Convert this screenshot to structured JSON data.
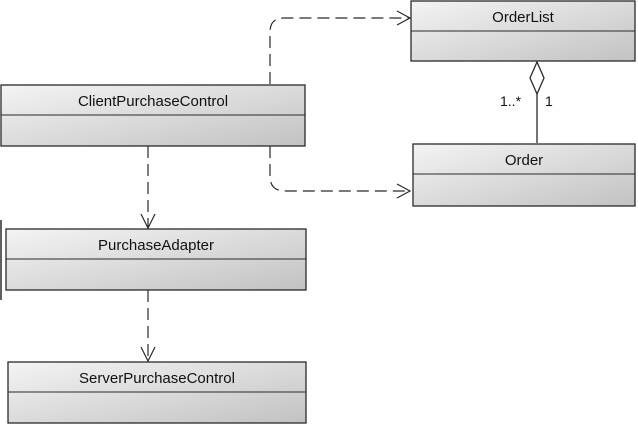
{
  "diagram": {
    "type": "uml-class-diagram",
    "classes": {
      "order_list": {
        "name": "OrderList"
      },
      "client_purchase_control": {
        "name": "ClientPurchaseControl"
      },
      "order": {
        "name": "Order"
      },
      "purchase_adapter": {
        "name": "PurchaseAdapter"
      },
      "server_purchase_control": {
        "name": "ServerPurchaseControl"
      }
    },
    "relationships": [
      {
        "kind": "dependency",
        "from": "ClientPurchaseControl",
        "to": "OrderList"
      },
      {
        "kind": "dependency",
        "from": "ClientPurchaseControl",
        "to": "Order"
      },
      {
        "kind": "dependency",
        "from": "ClientPurchaseControl",
        "to": "PurchaseAdapter"
      },
      {
        "kind": "dependency",
        "from": "PurchaseAdapter",
        "to": "ServerPurchaseControl"
      },
      {
        "kind": "aggregation",
        "whole": "OrderList",
        "part": "Order",
        "whole_multiplicity": "1..*",
        "part_multiplicity": "1"
      }
    ],
    "multiplicities": {
      "orderlist_end": "1..*",
      "order_end": "1"
    },
    "colors": {
      "box_fill_light": "#f4f4f4",
      "box_fill_dark": "#bdbdbd",
      "line": "#2a2a2a",
      "text": "#111111"
    }
  }
}
